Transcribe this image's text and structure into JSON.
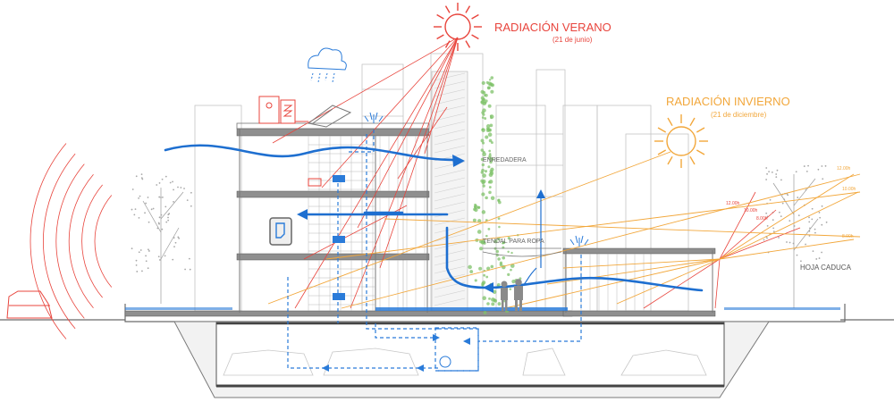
{
  "labels": {
    "summer_title": "RADIACIÓN VERANO",
    "summer_date": "(21 de junio)",
    "winter_title": "RADIACIÓN INVIERNO",
    "winter_date": "(21 de diciembre)",
    "climber": "ENREDADERA",
    "clothesline": "TENDAL PARA ROPA",
    "deciduous": "HOJA CADUCA",
    "time_right_1": "12.00h",
    "time_right_2": "10.00h",
    "time_right_3": "8.00h",
    "time_far_1": "12.00h",
    "time_far_2": "10.00h",
    "time_far_3": "8.00h"
  },
  "colors": {
    "summer": "#e8443c",
    "winter": "#f2a73b",
    "airflow": "#1e6fd0",
    "water": "#2a7bd9",
    "structure": "#6a6a6a",
    "light_structure": "#b8b8b8",
    "vegetation": "#7fc26a",
    "noise": "#e8443c"
  },
  "icons": {
    "sun_summer": "sun-icon",
    "sun_winter": "sun-icon",
    "cloud": "rain-cloud-icon",
    "toilet": "toilet-icon",
    "solar_collector": "solar-collector-icon",
    "water_tank": "water-tank-icon",
    "sprinkler": "sprinkler-icon",
    "people": "people-icon",
    "car": "car-icon"
  }
}
